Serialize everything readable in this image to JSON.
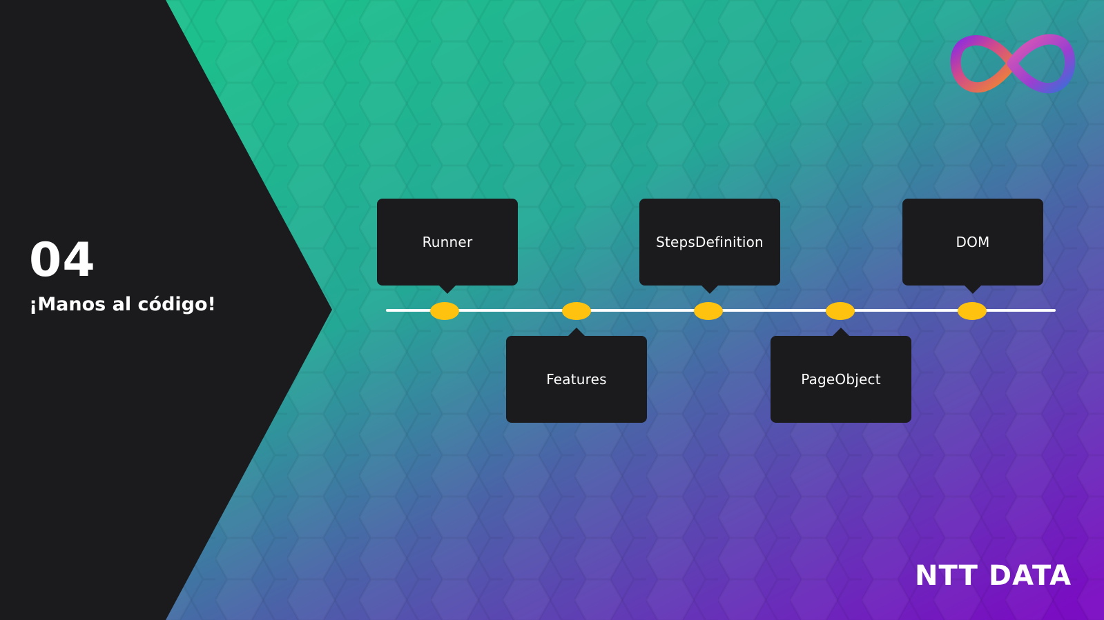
{
  "section": {
    "number": "04",
    "title": "¡Manos al código!"
  },
  "timeline": {
    "items": [
      {
        "label": "Runner",
        "position": "above"
      },
      {
        "label": "Features",
        "position": "below"
      },
      {
        "label": "StepsDefinition",
        "position": "above"
      },
      {
        "label": "PageObject",
        "position": "below"
      },
      {
        "label": "DOM",
        "position": "above"
      }
    ]
  },
  "brand": {
    "name": "NTT DATA",
    "logo_icon": "infinity-icon"
  },
  "colors": {
    "panel": "#1b1b1d",
    "accent_dot": "#ffc20e",
    "gradient_green": "#1dbf8c",
    "gradient_purple": "#7a0cc2"
  }
}
